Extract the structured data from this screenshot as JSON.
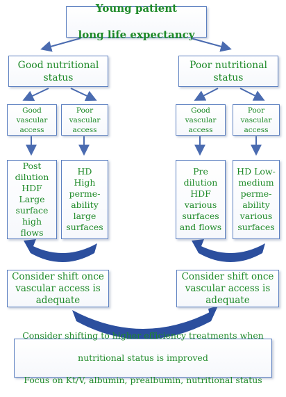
{
  "top": {
    "line1": "Young patient",
    "line2": "long life expectancy"
  },
  "left": {
    "status": "Good nutritional\nstatus",
    "access_good": "Good\nvascular\naccess",
    "access_poor": "Poor\nvascular\naccess",
    "treatment_good": "Post\ndilution\nHDF\nLarge\nsurface\nhigh\nflows",
    "treatment_poor": "HD\nHigh\nperme-\nability\nlarge\nsurfaces",
    "consider": "Consider shift once\nvascular access is\nadequate"
  },
  "right": {
    "status": "Poor nutritional\nstatus",
    "access_good": "Good\nvascular\naccess",
    "access_poor": "Poor\nvascular\naccess",
    "treatment_good": "Pre\ndilution\nHDF\nvarious\nsurfaces\nand flows",
    "treatment_poor": "HD Low-\nmedium\nperme-\nability\nvarious\nsurfaces",
    "consider": "Consider shift once\nvascular access is\nadequate"
  },
  "bottom": {
    "line1": "Consider shifting to higher efficiency treatments when",
    "line2": "nutritional status is improved",
    "line3": "Focus on Kt/V, albumin, prealbumin, nutritional status"
  },
  "colors": {
    "text": "#1e8a28",
    "border": "#5b7fc0",
    "arrow": "#4a6bb0",
    "curve": "#2c4f9e"
  }
}
